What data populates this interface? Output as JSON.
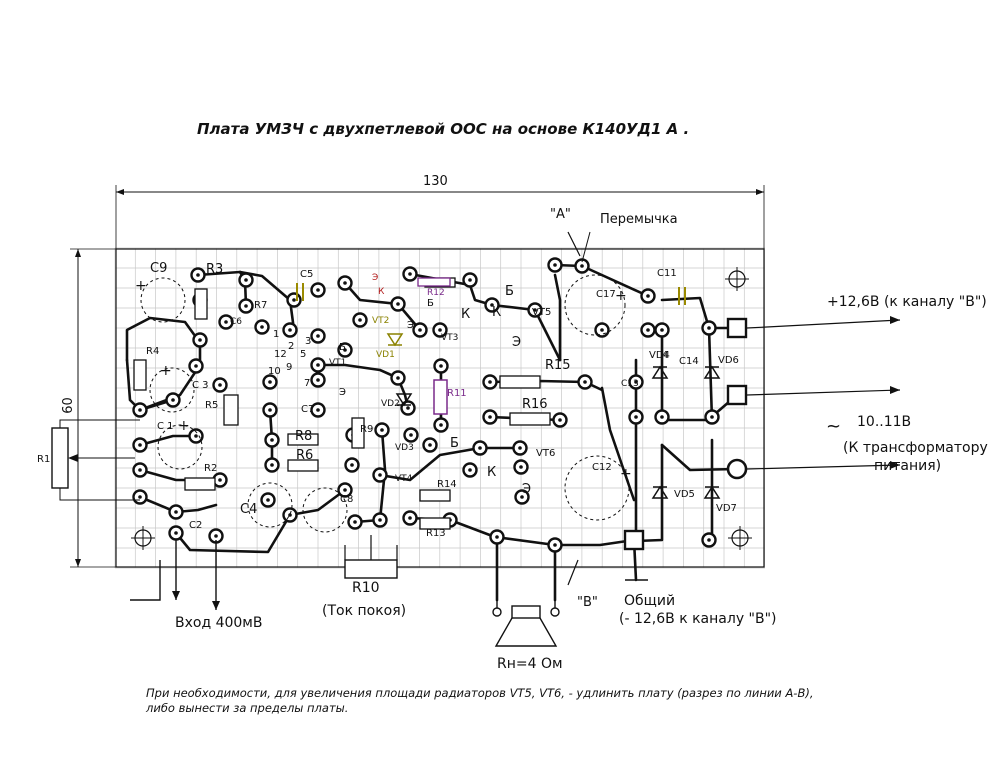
{
  "title": "Плата УМЗЧ с двухпетлевой ООС на основе К140УД1 А .",
  "dimensions": {
    "width": "130",
    "height": "60"
  },
  "markers": {
    "a": "\"A\"",
    "b": "\"B\"",
    "jumper": "Перемычка"
  },
  "connections": {
    "plus_supply": "+12,6В  (к каналу \"В\")",
    "ac_voltage": "10..11В",
    "transformer_line1": "(К трансформатору",
    "transformer_line2": "питания)",
    "common": "Общий",
    "minus_supply": "(- 12,6В  к каналу \"В\")",
    "input": "Вход  400мВ",
    "quiescent": "(Ток покоя)",
    "load": "Rн=4 Ом"
  },
  "components": {
    "R1": "R1",
    "R2": "R2",
    "R3": "R3",
    "R4": "R4",
    "R5": "R5",
    "R6": "R6",
    "R7": "R7",
    "R8": "R8",
    "R9": "R9",
    "R10": "R10",
    "R11": "R11",
    "R12": "R12",
    "R13": "R13",
    "R14": "R14",
    "R15": "R15",
    "R16": "R16",
    "C1": "C 1",
    "C2": "C2",
    "C3": "C 3",
    "C4": "C4",
    "C5": "C5",
    "C6": "C6",
    "C7": "C7",
    "C8": "C8",
    "C9": "C9",
    "C11": "C11",
    "C12": "C12",
    "C13": "C13",
    "C14": "C14",
    "C17": "C17",
    "VT1": "VT1",
    "VT2": "VT2",
    "VT3": "VT3",
    "VT4": "VT4",
    "VT5": "VT5",
    "VT6": "VT6",
    "VD1": "VD1",
    "VD2": "VD2",
    "VD3": "VD3",
    "VD4": "VD4",
    "VD5": "VD5",
    "VD6": "VD6",
    "VD7": "VD7"
  },
  "pins": {
    "p1": "1",
    "p2": "2",
    "p3": "3",
    "p5": "5",
    "p7": "7",
    "p9": "9",
    "p10": "10",
    "p12": "12",
    "p4": "4",
    "B": "Б",
    "K": "К",
    "E": "Э"
  },
  "note_line1": "При необходимости,  для увеличения площади радиаторов VT5, VT6, - удлинить плату (разрез по линии А-В),",
  "note_line2": "либо вынести за пределы платы.",
  "colors": {
    "ink": "#111111",
    "grid": "#c8c8c8",
    "capacitor": "#9a8a00",
    "resistor_r12": "#7a2a8a",
    "diode_vd1": "#8a8200"
  }
}
